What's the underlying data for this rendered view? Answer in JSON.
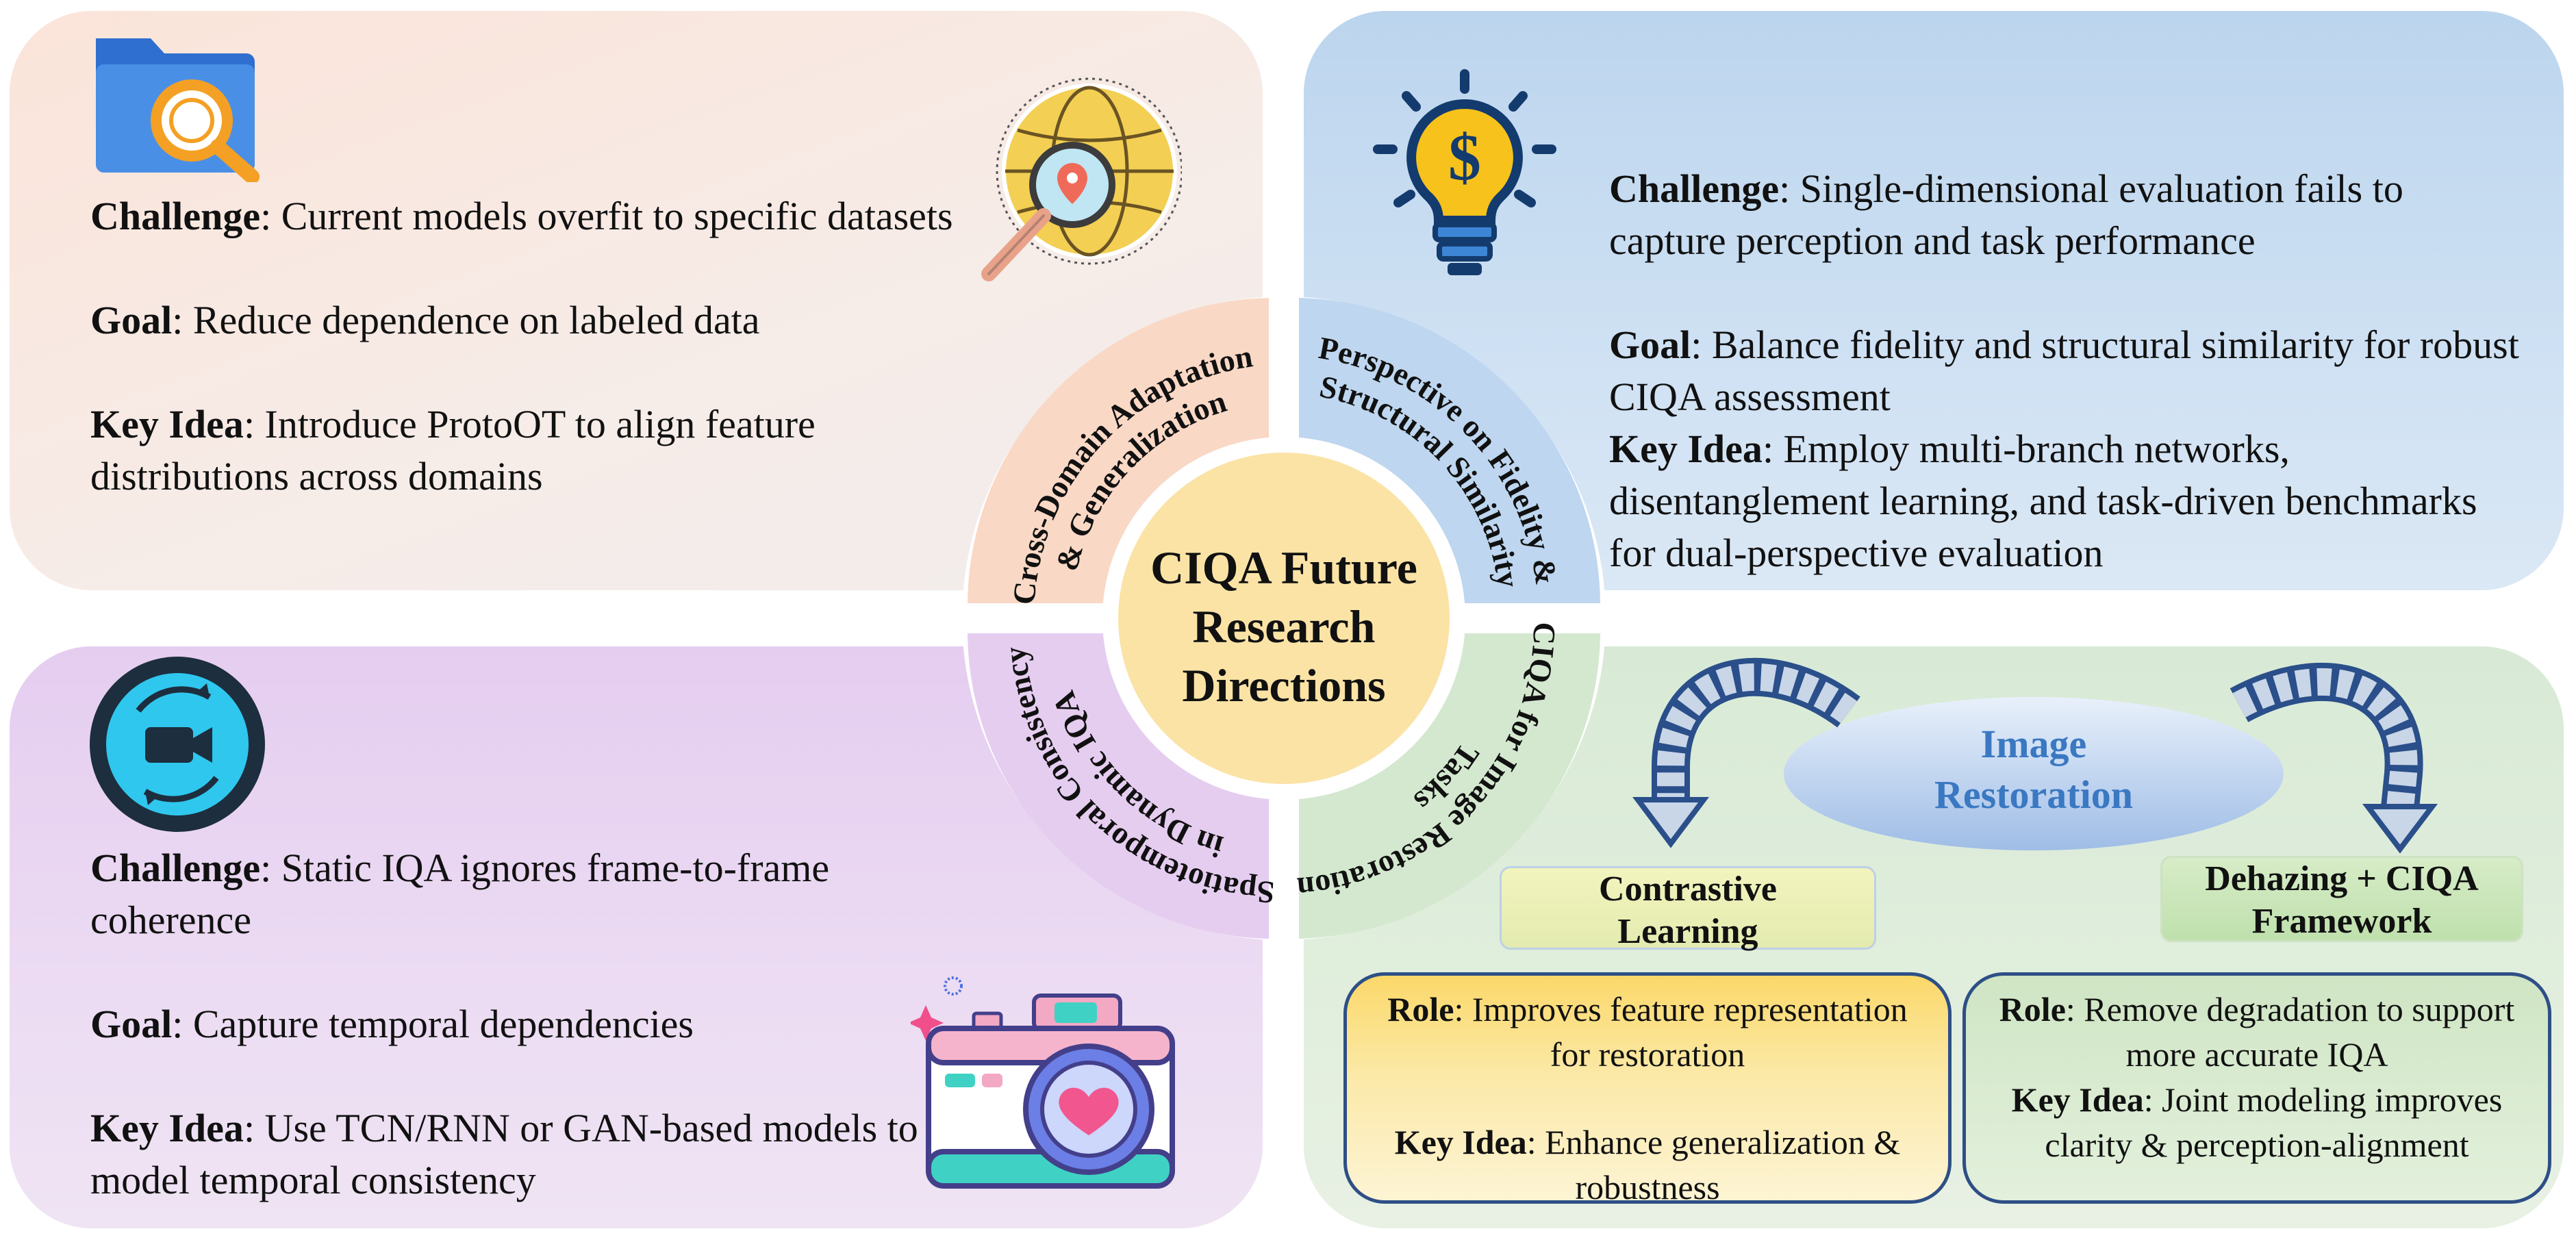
{
  "center": {
    "title_lines": [
      "CIQA Future",
      "Research",
      "Directions"
    ]
  },
  "ring": {
    "cross_domain": {
      "line1": "Cross-Domain Adaptation",
      "line2": "& Generalization"
    },
    "fidelity": {
      "line1": "Perspective on Fidelity &",
      "line2": "Structural Similarity"
    },
    "restoration": {
      "line1": "CIQA for Image Restoration",
      "line2": "Tasks"
    },
    "temporal": {
      "line1": "Spatiotemporal Consistency",
      "line2": "in Dynamic IQA"
    }
  },
  "top_left": {
    "challenge_label": "Challenge",
    "challenge_text": ": Current models overfit to specific datasets",
    "goal_label": "Goal",
    "goal_text": ": Reduce dependence on labeled data",
    "key_label": "Key Idea",
    "key_text": ": Introduce ProtoOT to align feature distributions across domains"
  },
  "top_right": {
    "challenge_label": "Challenge",
    "challenge_text": ": Single-dimensional evaluation fails to capture perception and task performance",
    "goal_label": "Goal",
    "goal_text": ": Balance fidelity and structural similarity for robust CIQA assessment",
    "key_label": "Key Idea",
    "key_text": ": Employ multi-branch networks, disentanglement learning, and task-driven benchmarks for dual-perspective evaluation"
  },
  "bottom_left": {
    "challenge_label": "Challenge",
    "challenge_text": ": Static IQA ignores frame-to-frame coherence",
    "goal_label": "Goal",
    "goal_text": ": Capture temporal dependencies",
    "key_label": "Key Idea",
    "key_text": ": Use TCN/RNN or GAN-based models to model temporal consistency"
  },
  "bottom_right": {
    "hub_line1": "Image",
    "hub_line2": "Restoration",
    "left_label_line1": "Contrastive",
    "left_label_line2": "Learning",
    "right_label_line1": "Dehazing + CIQA",
    "right_label_line2": "Framework",
    "left_role_label": "Role",
    "left_role_text": ": Improves feature representation for restoration",
    "left_key_label": "Key Idea",
    "left_key_text": ": Enhance generalization & robustness",
    "right_role_label": "Role",
    "right_role_text": ": Remove degradation to support more accurate IQA",
    "right_key_label": "Key Idea",
    "right_key_text": ": Joint modeling improves clarity & perception-alignment"
  },
  "icons": [
    "folder-search-icon",
    "globe-location-icon",
    "lightbulb-dollar-icon",
    "video-camera-icon",
    "camera-heart-icon",
    "curved-arrow-icon"
  ],
  "colors": {
    "panel_top_left": "#fbe4d9",
    "panel_top_right": "#bcd5ee",
    "panel_bottom_left": "#e5cdf0",
    "panel_bottom_right": "#d8ead6",
    "center": "#fbe3a6",
    "box_border": "#2e4f86",
    "hub_text": "#3a78c2"
  }
}
